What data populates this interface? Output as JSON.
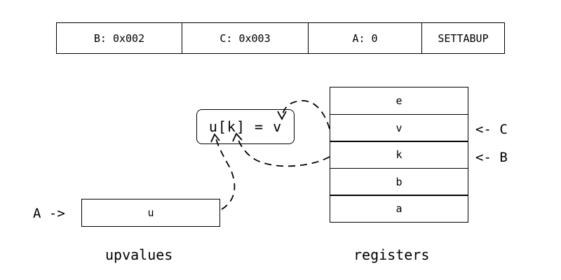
{
  "instruction": {
    "b": "B: 0x002",
    "c": "C: 0x003",
    "a": "A: 0",
    "opcode": "SETTABUP"
  },
  "registers": [
    "e",
    "v",
    "k",
    "b",
    "a"
  ],
  "upvalues": [
    "u"
  ],
  "expression": "u[k] = v",
  "pointers": {
    "c": "<- C",
    "b": "<- B",
    "a": "A ->"
  },
  "captions": {
    "upvalues": "upvalues",
    "registers": "registers"
  }
}
